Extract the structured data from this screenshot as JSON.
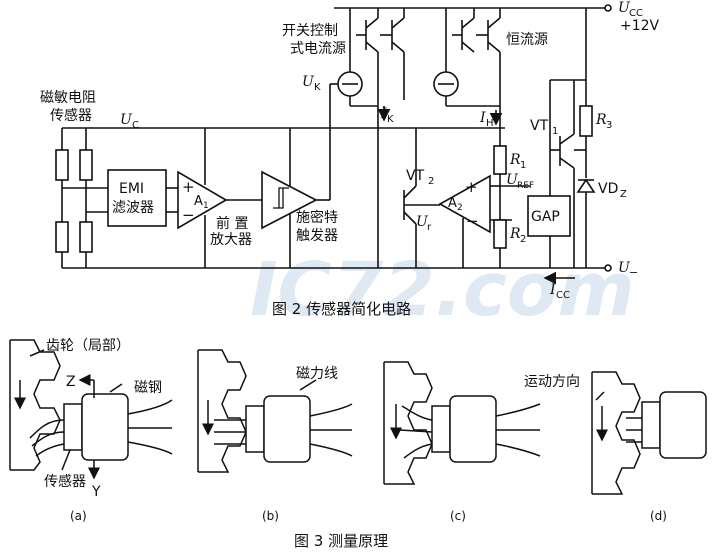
{
  "figure2": {
    "caption": "图 2   传感器简化电路",
    "labels": {
      "sensor": [
        "磁敏电阻",
        "传感器"
      ],
      "uc": "U",
      "uc_sub": "C",
      "emi": [
        "EMI",
        "滤波器"
      ],
      "a1": "A",
      "a1_sub": "1",
      "preamp": [
        "前  置",
        "放大器"
      ],
      "schmitt": [
        "施密特",
        "触发器"
      ],
      "switch_source": [
        "开关控制",
        "式电流源"
      ],
      "const_source": "恒流源",
      "uk": "U",
      "uk_sub": "K",
      "ik": "I",
      "ik_sub": "K",
      "ih": "I",
      "ih_sub": "H",
      "vt2": "VT",
      "vt2_sub": "2",
      "ur": "U",
      "ur_sub": "r",
      "a2": "A",
      "a2_sub": "2",
      "r1": "R",
      "r1_sub": "1",
      "r2": "R",
      "r2_sub": "2",
      "uref": "U",
      "uref_sub": "REF",
      "gap": "GAP",
      "vt1": "VT",
      "vt1_sub": "1",
      "r3": "R",
      "r3_sub": "3",
      "vdz": "VD",
      "vdz_sub": "Z",
      "ucc": "U",
      "ucc_sub": "CC",
      "v12": "+12V",
      "uminus": "U",
      "uminus_sub": "−",
      "icc": "I",
      "icc_sub": "CC",
      "plus": "+",
      "minus": "−"
    }
  },
  "figure3": {
    "caption": "图 3   测量原理",
    "panels": [
      {
        "id": "a",
        "label": "(a)"
      },
      {
        "id": "b",
        "label": "(b)"
      },
      {
        "id": "c",
        "label": "(c)"
      },
      {
        "id": "d",
        "label": "(d)"
      }
    ],
    "labels": {
      "gear": "齿轮（局部）",
      "magnet": "磁钢",
      "sensor": "传感器",
      "z": "Z",
      "y": "Y",
      "flux": "磁力线",
      "motion": "运动方向"
    }
  },
  "watermark": "IC72.com"
}
